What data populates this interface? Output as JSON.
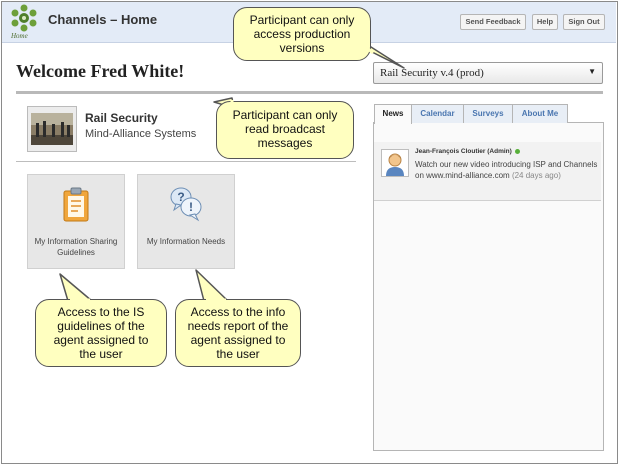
{
  "header": {
    "logo_label": "Home",
    "title": "Channels – Home",
    "buttons": [
      {
        "label": "Send Feedback"
      },
      {
        "label": "Help"
      },
      {
        "label": "Sign Out"
      }
    ]
  },
  "welcome": "Welcome Fred White!",
  "version_select": {
    "value": "Rail Security v.4 (prod)"
  },
  "project": {
    "name": "Rail Security",
    "organization": "Mind-Alliance Systems"
  },
  "tiles": [
    {
      "label": "My Information Sharing Guidelines",
      "icon": "clipboard-icon"
    },
    {
      "label": "My Information Needs",
      "icon": "question-bubbles-icon"
    }
  ],
  "tabs": [
    {
      "label": "News",
      "active": true
    },
    {
      "label": "Calendar"
    },
    {
      "label": "Surveys"
    },
    {
      "label": "About Me"
    }
  ],
  "news": [
    {
      "author": "Jean-François Cloutier (Admin)",
      "text": "Watch our new video introducing ISP and Channels on www.mind-alliance.com",
      "time": "(24 days ago)"
    }
  ],
  "callouts": {
    "versions": "Participant can only access production versions",
    "broadcast": "Participant can only read broadcast messages",
    "guidelines": "Access to the IS guidelines of the agent assigned to the user",
    "needs": "Access to the info needs report of the agent assigned to the user"
  },
  "colors": {
    "callout_fill": "#ffffc0",
    "header_bg": "#e3ebf7",
    "tab_text": "#4a76b0",
    "online": "#58b03a"
  }
}
